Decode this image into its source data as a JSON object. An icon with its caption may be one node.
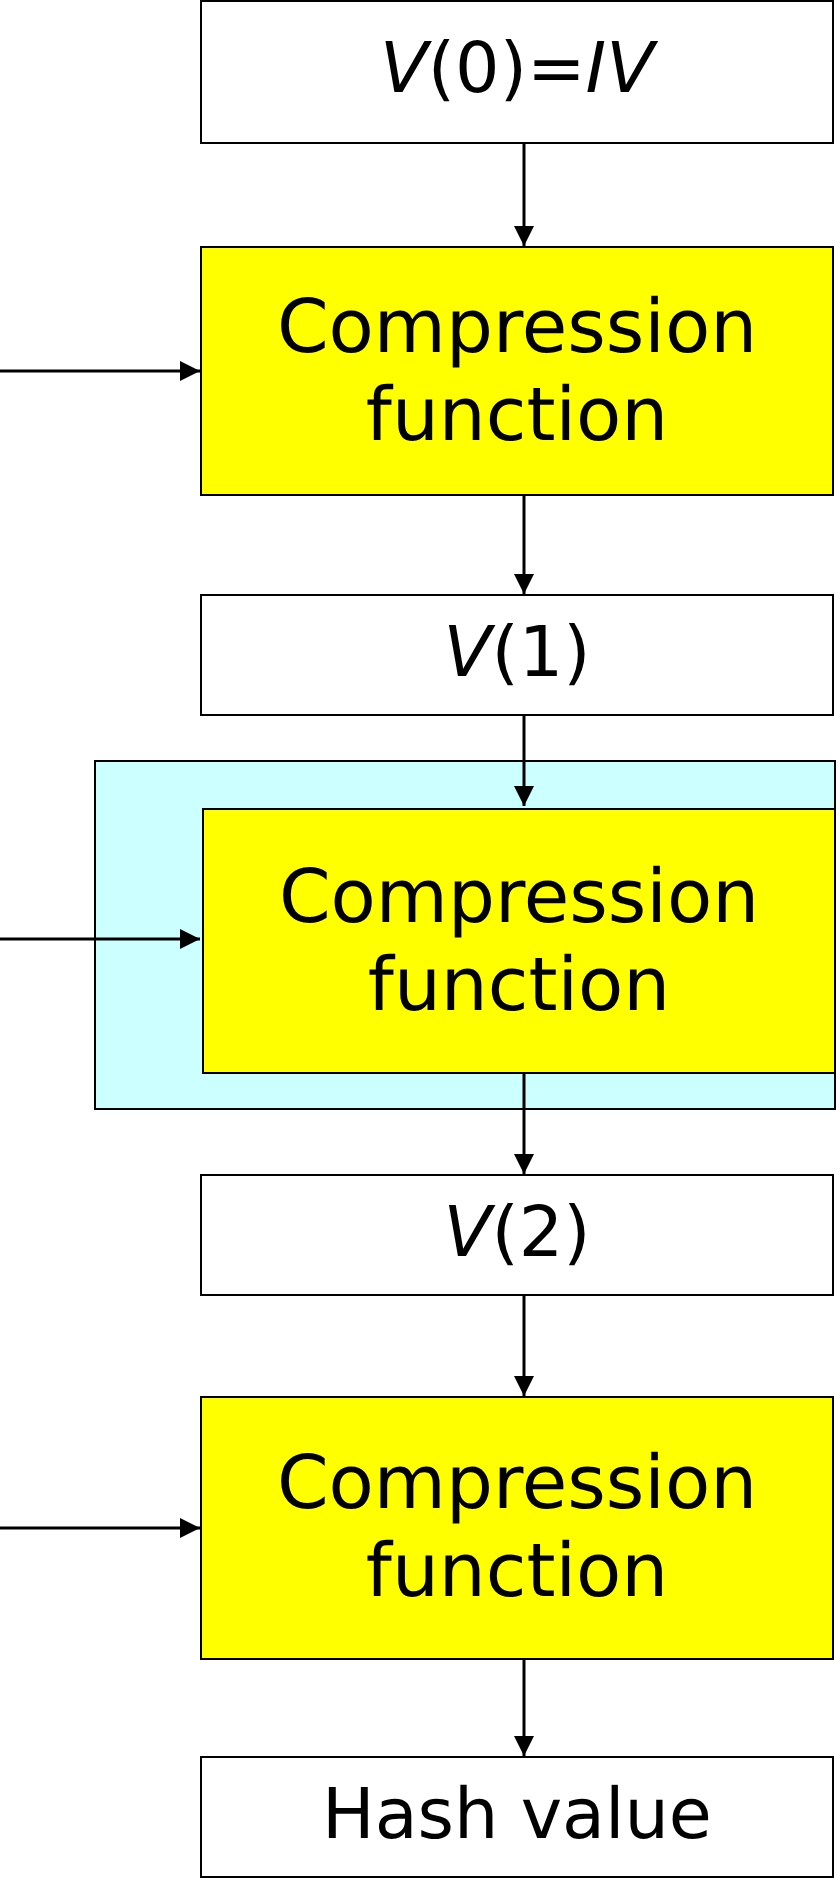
{
  "diagram": {
    "nodes": [
      {
        "text": [
          "*V*(0)=*IV*"
        ]
      },
      {
        "text": [
          "Compression function"
        ]
      },
      {
        "text": [
          "*V*(1)"
        ]
      },
      {
        "text": [],
        "shape": "box"
      },
      {
        "text": [
          "Compression function"
        ],
        "in": 3
      },
      {
        "text": [
          "*V*(2)"
        ]
      },
      {
        "text": [
          "Compression function"
        ]
      },
      {
        "text": [
          "Hash value"
        ]
      }
    ],
    "edges": [
      {
        "from": 0,
        "to": 1,
        "arrow": "to"
      },
      {
        "from": null,
        "to": 1,
        "arrow": "to"
      },
      {
        "from": 1,
        "to": 2,
        "arrow": "to"
      },
      {
        "from": 2,
        "to": 4,
        "arrow": "to"
      },
      {
        "from": null,
        "to": 4,
        "arrow": "to"
      },
      {
        "from": 4,
        "to": 5,
        "arrow": "to"
      },
      {
        "from": 5,
        "to": 6,
        "arrow": "to"
      },
      {
        "from": null,
        "to": 6,
        "arrow": "to"
      },
      {
        "from": 6,
        "to": 7,
        "arrow": "to"
      }
    ]
  }
}
